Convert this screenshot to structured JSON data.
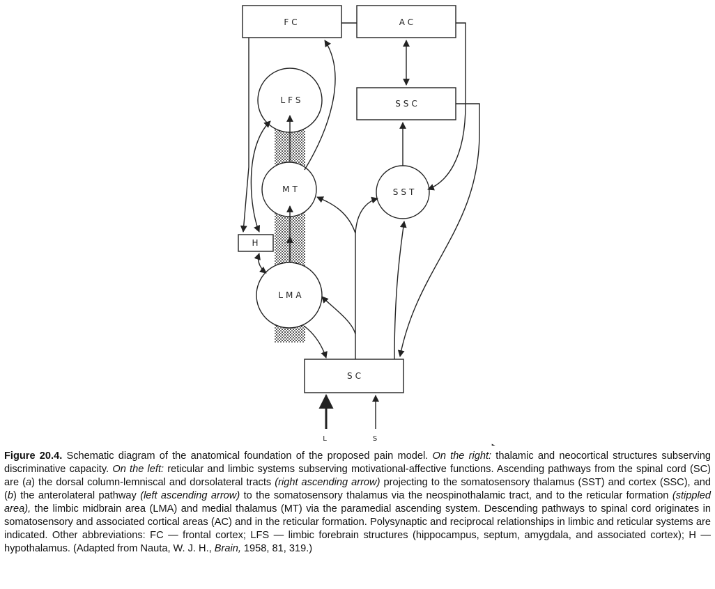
{
  "diagram": {
    "nodes": {
      "fc": "FC",
      "ac": "AC",
      "lfs": "LFS",
      "ssc": "SSC",
      "mt": "MT",
      "sst": "SST",
      "h": "H",
      "lma": "LMA",
      "sc": "SC"
    },
    "inputs": {
      "l": "L",
      "s": "S"
    }
  },
  "caption": {
    "label": "Figure 20.4.",
    "t1": " Schematic diagram of the anatomical foundation of the proposed pain model. ",
    "i1": "On the right:",
    "t2": " thalamic and neocortical structures subserving discriminative capacity. ",
    "i2": "On the left:",
    "t3": " reticular and limbic systems subserving motivational-affective functions. Ascending pathways from the spinal cord (SC) are (",
    "i3": "a",
    "t4": ") the dorsal column-lemniscal and dorsolateral tracts ",
    "i4": "(right ascending arrow)",
    "t5": " projecting to the somatosensory thalamus (SST) and cortex (SSC), and (",
    "i5": "b",
    "t6": ") the anterolateral pathway ",
    "i6": "(left ascending arrow)",
    "t7": " to the somatosensory thalamus via the neospinothalamic tract, and to the reticular formation ",
    "i7": "(stippled area),",
    "t8": " the limbic midbrain area (LMA) and medial thalamus (MT) via the paramedial ascending system. Descending pathways to spinal cord originates in somatosensory and associated cortical areas (AC) and in the reticular formation. Polysynaptic and reciprocal relationships in limbic and reticular systems are indicated. Other abbreviations: FC — frontal cortex; LFS — limbic forebrain structures (hippocampus, septum, amygdala, and associated cortex); H — hypothalamus. (Adapted from Nauta, W. J. H., ",
    "i8": "Brain,",
    "t9": " 1958, 81, 319.)"
  }
}
